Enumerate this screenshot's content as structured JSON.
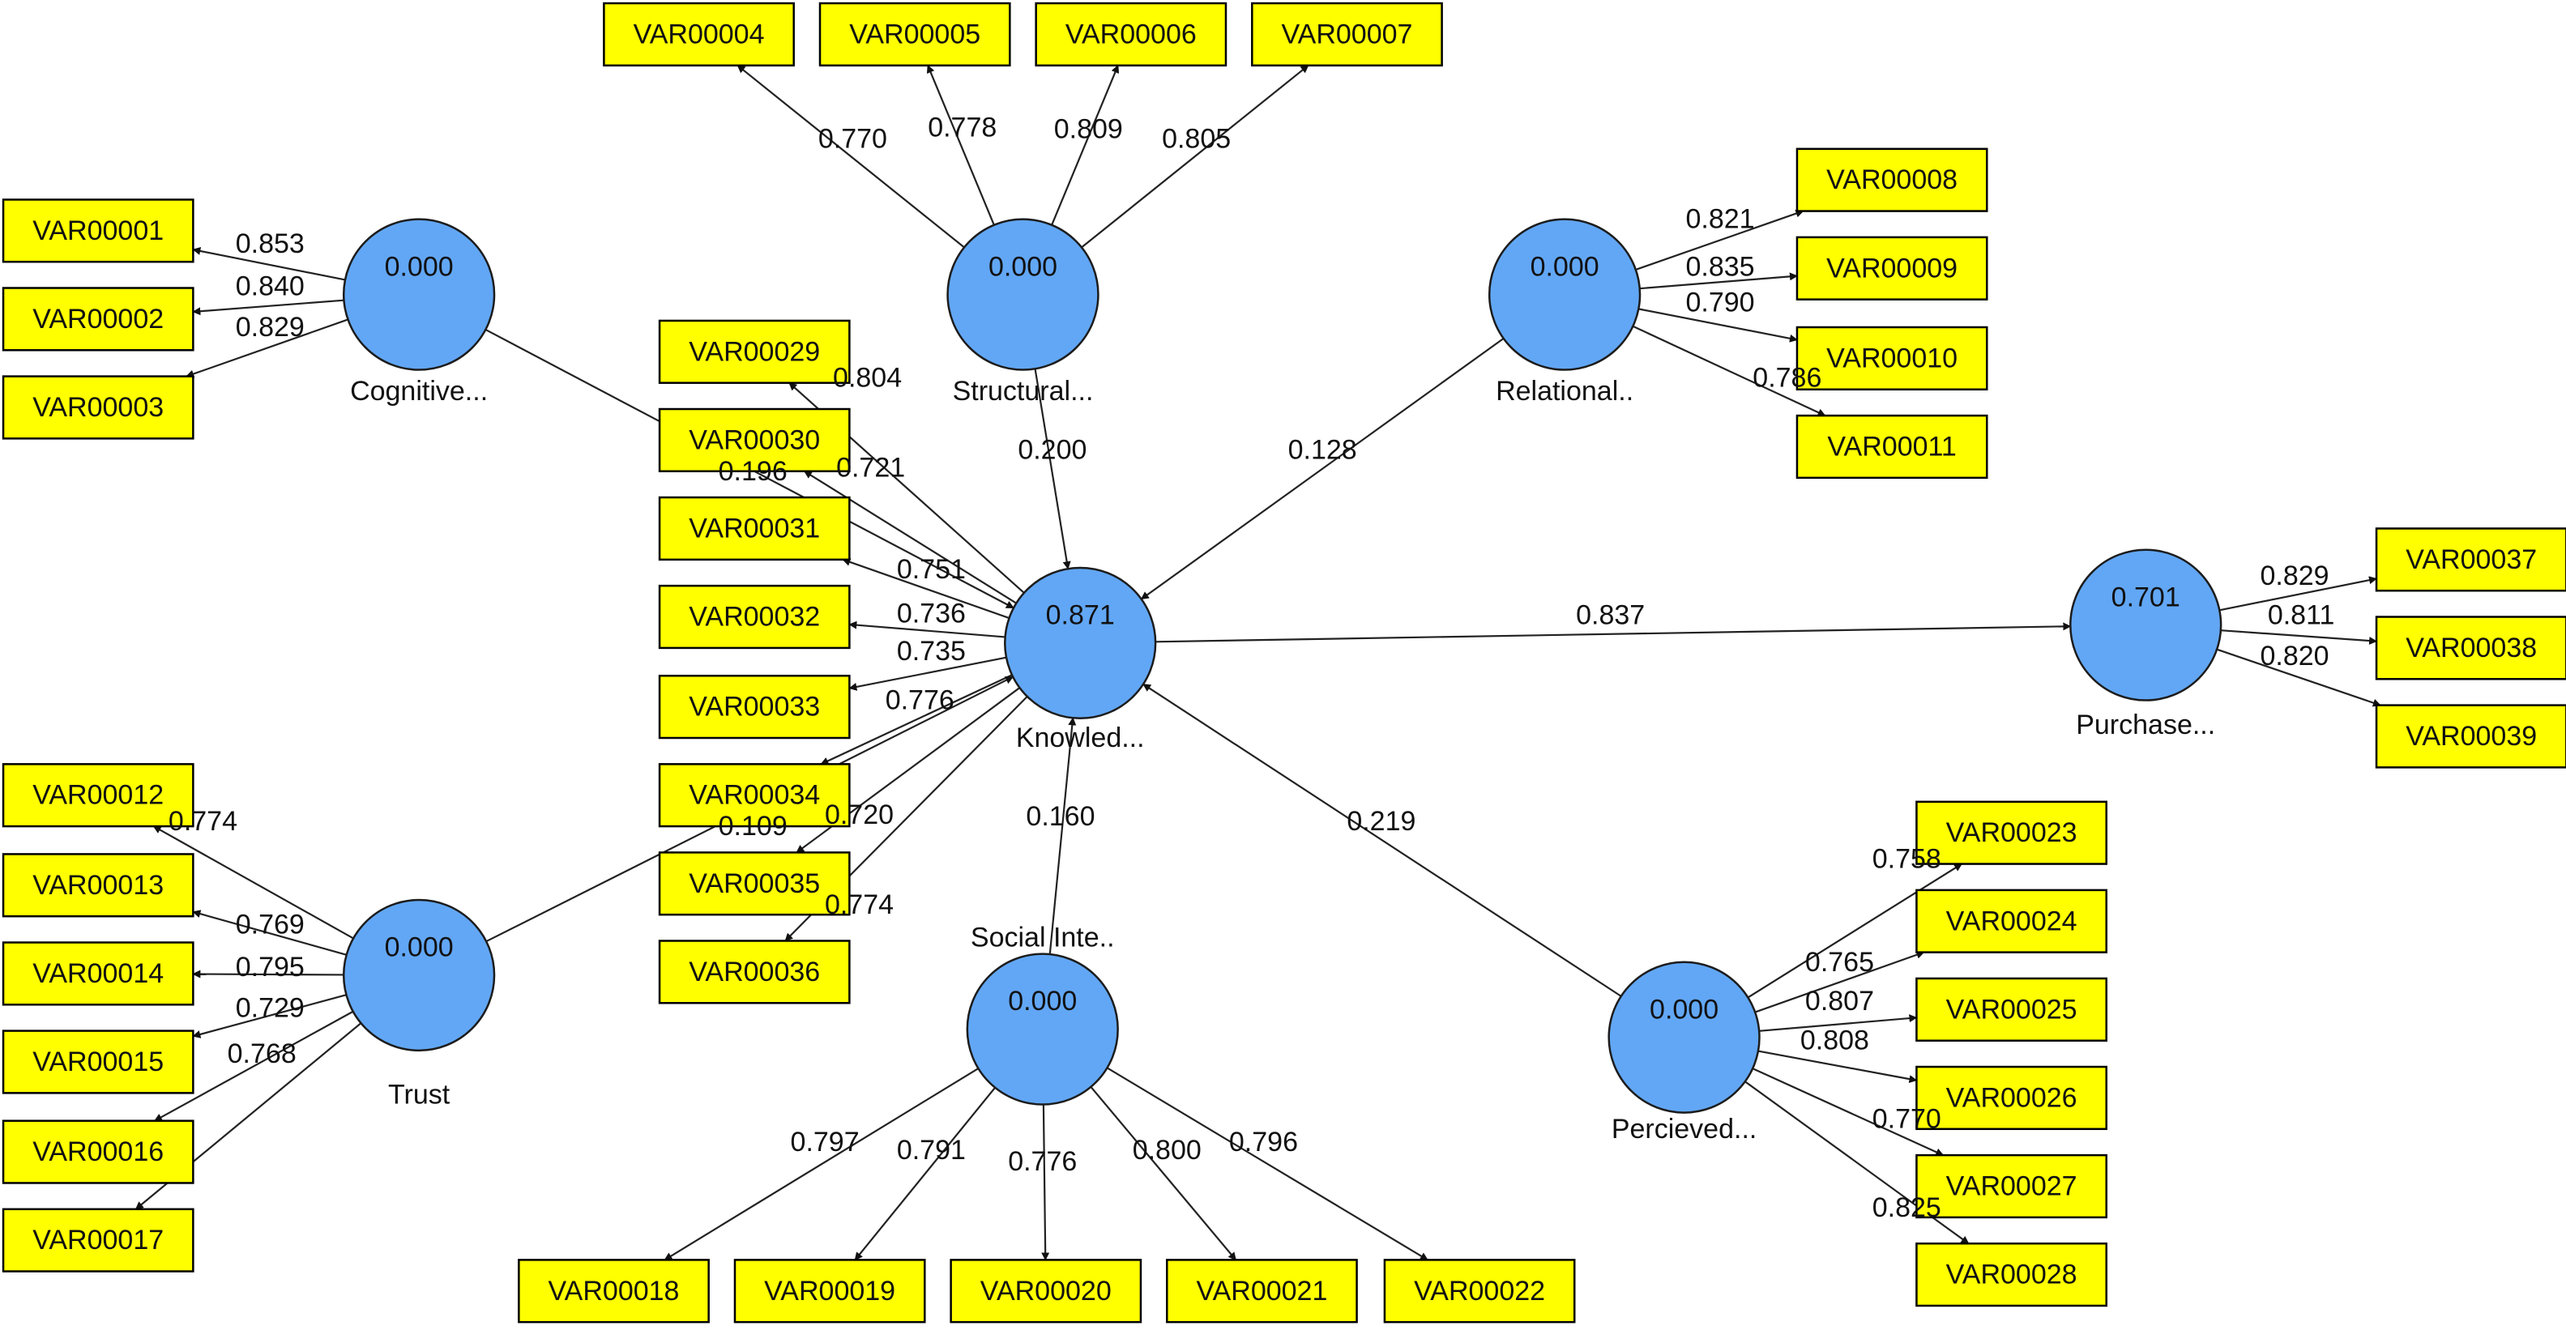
{
  "colors": {
    "construct_fill": "#62a7f5",
    "construct_stroke": "#1c1c1c",
    "indicator_fill": "#ffff00",
    "indicator_stroke": "#000000",
    "edge": "#222222"
  },
  "constructs": {
    "cognitive": {
      "label": "Cognitive...",
      "value": "0.000"
    },
    "structural": {
      "label": "Structural...",
      "value": "0.000"
    },
    "relational": {
      "label": "Relational..",
      "value": "0.000"
    },
    "knowledge": {
      "label": "Knowled...",
      "value": "0.871"
    },
    "purchase": {
      "label": "Purchase...",
      "value": "0.701"
    },
    "trust": {
      "label": "Trust",
      "value": "0.000"
    },
    "social": {
      "label": "Social Inte..",
      "value": "0.000"
    },
    "perceived": {
      "label": "Percieved...",
      "value": "0.000"
    }
  },
  "indicators": {
    "v01": "VAR00001",
    "v02": "VAR00002",
    "v03": "VAR00003",
    "v04": "VAR00004",
    "v05": "VAR00005",
    "v06": "VAR00006",
    "v07": "VAR00007",
    "v08": "VAR00008",
    "v09": "VAR00009",
    "v10": "VAR00010",
    "v11": "VAR00011",
    "v12": "VAR00012",
    "v13": "VAR00013",
    "v14": "VAR00014",
    "v15": "VAR00015",
    "v16": "VAR00016",
    "v17": "VAR00017",
    "v18": "VAR00018",
    "v19": "VAR00019",
    "v20": "VAR00020",
    "v21": "VAR00021",
    "v22": "VAR00022",
    "v23": "VAR00023",
    "v24": "VAR00024",
    "v25": "VAR00025",
    "v26": "VAR00026",
    "v27": "VAR00027",
    "v28": "VAR00028",
    "v29": "VAR00029",
    "v30": "VAR00030",
    "v31": "VAR00031",
    "v32": "VAR00032",
    "v33": "VAR00033",
    "v34": "VAR00034",
    "v35": "VAR00035",
    "v36": "VAR00036",
    "v37": "VAR00037",
    "v38": "VAR00038",
    "v39": "VAR00039"
  },
  "loadings": {
    "v01": "0.853",
    "v02": "0.840",
    "v03": "0.829",
    "v04": "0.770",
    "v05": "0.778",
    "v06": "0.809",
    "v07": "0.805",
    "v08": "0.821",
    "v09": "0.835",
    "v10": "0.790",
    "v11": "0.786",
    "v12": "0.774",
    "v13": "0.769",
    "v14": "0.795",
    "v15": "0.729",
    "v16": "0.768",
    "v18": "0.797",
    "v19": "0.791",
    "v20": "0.776",
    "v21": "0.800",
    "v22": "0.796",
    "v23": "0.758",
    "v24": "0.765",
    "v25": "0.807",
    "v26": "0.808",
    "v27": "0.770",
    "v28": "0.825",
    "v29": "0.804",
    "v30": "0.721",
    "v31": "0.751",
    "v32": "0.736",
    "v33": "0.735",
    "v34": "0.776",
    "v35": "0.720",
    "v36": "0.774",
    "v37": "0.829",
    "v38": "0.811",
    "v39": "0.820"
  },
  "paths": {
    "cognitive_knowledge": "0.196",
    "structural_knowledge": "0.200",
    "relational_knowledge": "0.128",
    "trust_knowledge": "0.109",
    "social_knowledge": "0.160",
    "perceived_knowledge": "0.219",
    "knowledge_purchase": "0.837"
  }
}
